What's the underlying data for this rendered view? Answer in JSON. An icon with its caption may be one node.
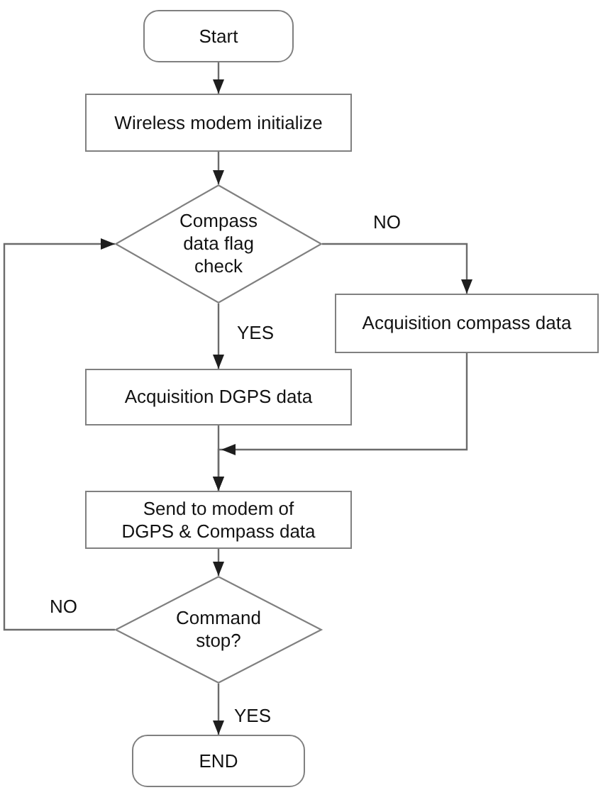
{
  "diagram": {
    "nodes": [
      {
        "text": [
          "Start"
        ]
      },
      {
        "text": [
          "Wireless modem initialize"
        ]
      },
      {
        "text": [
          "Compass data flag check"
        ]
      },
      {
        "text": [
          "Acquisition compass data"
        ]
      },
      {
        "text": [
          "Acquisition DGPS data"
        ]
      },
      {
        "text": [
          "Send to modem of DGPS & Compass data"
        ]
      },
      {
        "text": [
          "Command stop?"
        ]
      },
      {
        "text": [
          "END"
        ]
      }
    ],
    "edges": [
      {
        "from": 0,
        "to": 1,
        "arrow": "to"
      },
      {
        "from": 1,
        "to": 2,
        "arrow": "to"
      },
      {
        "from": 2,
        "to": 3,
        "arrow": "to",
        "label": "NO"
      },
      {
        "from": 2,
        "to": 4,
        "arrow": "to",
        "label": "YES"
      },
      {
        "from": 4,
        "to": 5,
        "arrow": "to"
      },
      {
        "from": 3,
        "to": 5,
        "arrow": "to"
      },
      {
        "from": 5,
        "to": 6,
        "arrow": "to"
      },
      {
        "from": 6,
        "to": 2,
        "arrow": "to",
        "label": "NO"
      },
      {
        "from": 6,
        "to": 7,
        "arrow": "to",
        "label": "YES"
      }
    ]
  }
}
